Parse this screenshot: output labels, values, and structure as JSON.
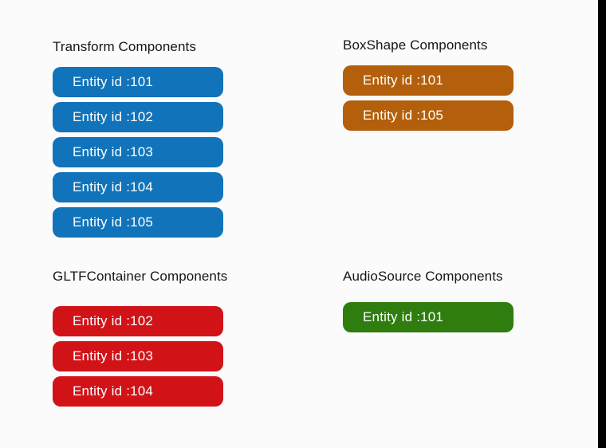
{
  "canvas": {
    "background_color": "#fbfbfb",
    "right_edge_bar_color": "#000000"
  },
  "sections": [
    {
      "id": "transform",
      "title": "Transform Components",
      "pill_color": "#1173b9",
      "pill_text_color": "#ffffff",
      "entities": [
        "Entity id :101",
        "Entity id :102",
        "Entity id :103",
        "Entity id :104",
        "Entity id :105"
      ]
    },
    {
      "id": "boxshape",
      "title": "BoxShape Components",
      "pill_color": "#b45f0b",
      "pill_text_color": "#ffffff",
      "entities": [
        "Entity id :101",
        "Entity id :105"
      ]
    },
    {
      "id": "gltfcontainer",
      "title": "GLTFContainer Components",
      "pill_color": "#d11318",
      "pill_text_color": "#ffffff",
      "entities": [
        "Entity id :102",
        "Entity id :103",
        "Entity id :104"
      ]
    },
    {
      "id": "audiosource",
      "title": "AudioSource Components",
      "pill_color": "#2e7d0e",
      "pill_text_color": "#ffffff",
      "entities": [
        "Entity id :101"
      ]
    }
  ]
}
